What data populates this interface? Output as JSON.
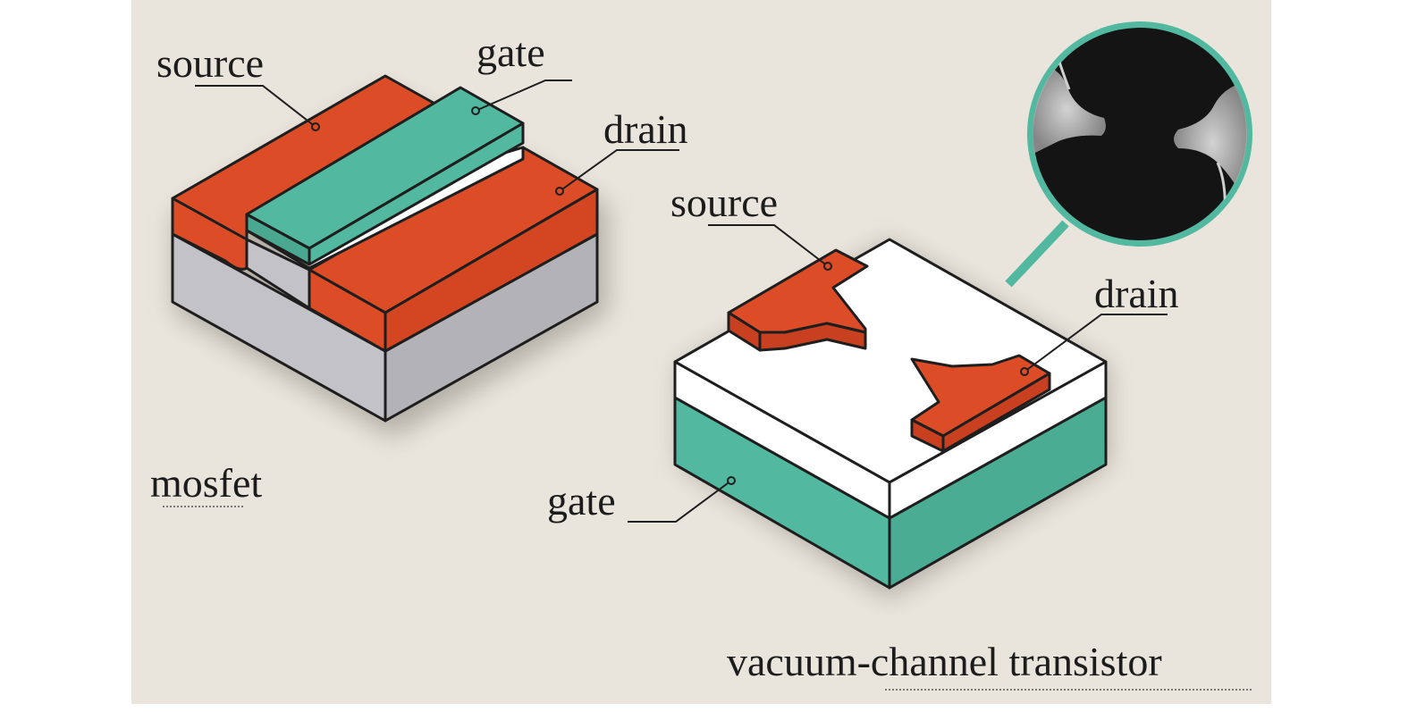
{
  "colors": {
    "background": "#e9e5dc",
    "source_drain": "#db4c27",
    "gate": "#52b89f",
    "substrate": "#bdbcc0",
    "insulator": "#ffffff",
    "outline": "#1e1e1e",
    "micrograph_bg": "#141414"
  },
  "mosfet": {
    "title": "mosfet",
    "labels": {
      "source": "source",
      "gate": "gate",
      "drain": "drain"
    }
  },
  "vacuum_channel": {
    "title": "vacuum-channel transistor",
    "labels": {
      "source": "source",
      "drain": "drain",
      "gate": "gate"
    },
    "inset": "electron-micrograph-inset"
  }
}
